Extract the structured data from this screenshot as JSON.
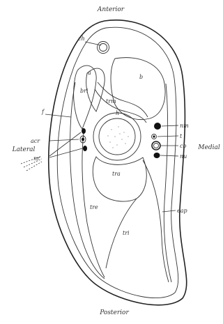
{
  "figure": {
    "orientation": {
      "top": "Anterior",
      "bottom": "Posterior",
      "left": "Lateral",
      "right": "Medial"
    },
    "labels": {
      "ch": "ch",
      "a": "a",
      "b": "b",
      "bri": "bri",
      "trm": "trm",
      "h": "h",
      "f": "f",
      "acr": "acr",
      "nr": "nr",
      "nm": "nm",
      "t": "t",
      "cb": "cb",
      "nu": "nu",
      "tra": "tra",
      "tre": "tre",
      "tri": "tri",
      "eap": "eap"
    }
  }
}
